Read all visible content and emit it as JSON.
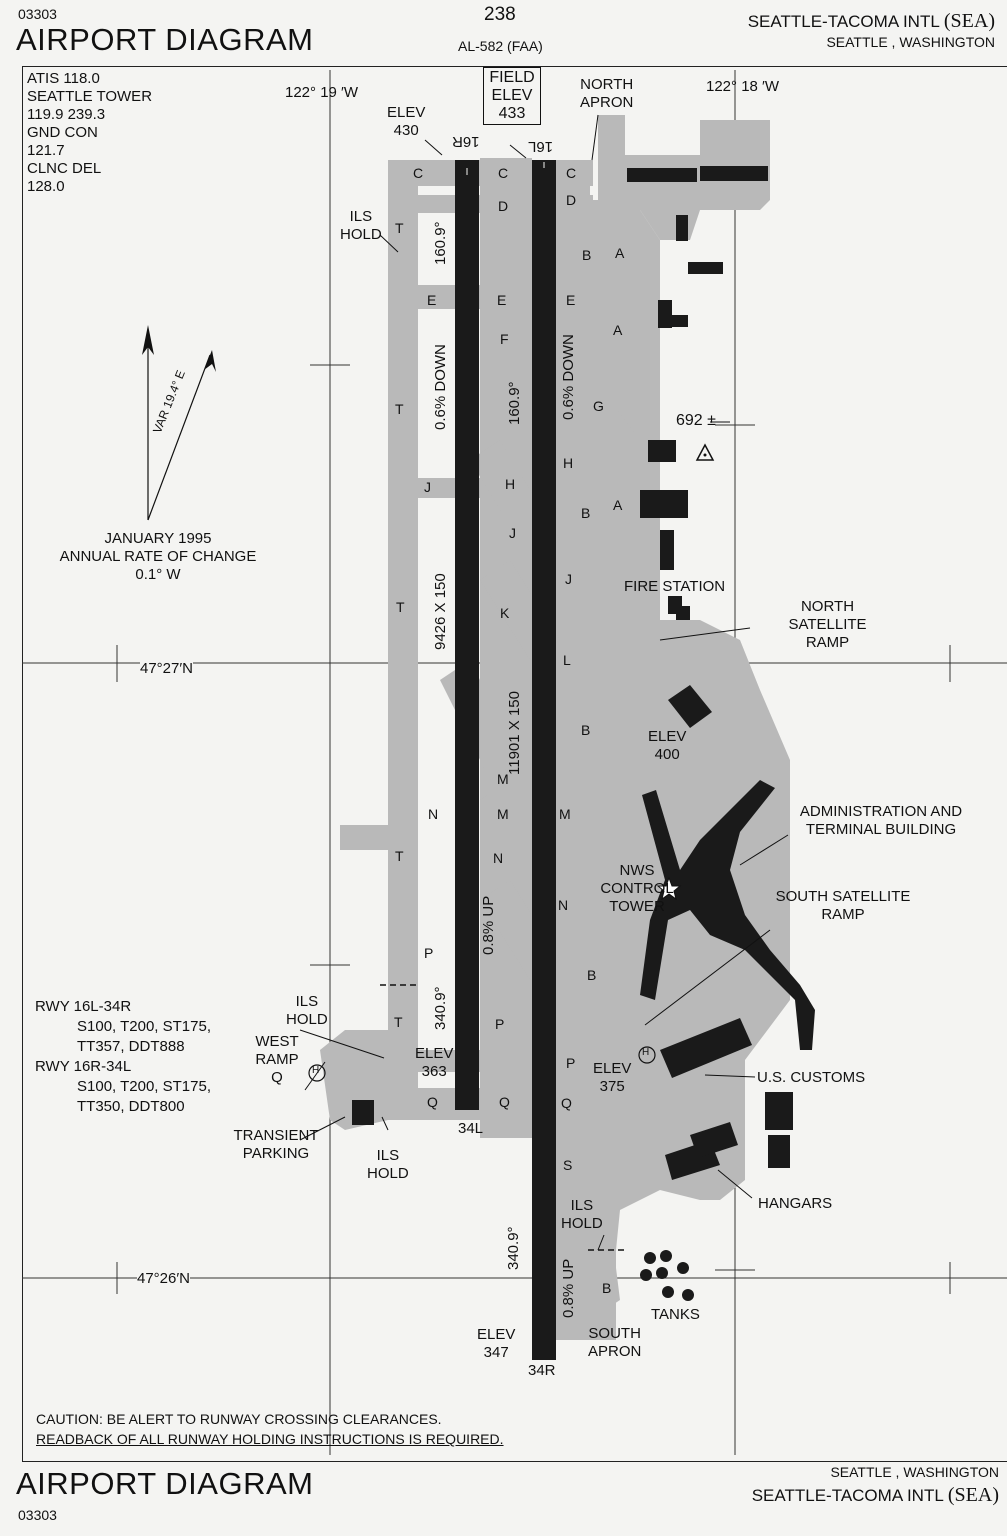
{
  "header": {
    "doc_number_top": "03303",
    "page_number": "238",
    "title_top": "AIRPORT DIAGRAM",
    "faa_id": "AL-582 (FAA)",
    "airport_name_top": "SEATTLE-TACOMA INTL",
    "airport_code_top": "(SEA)",
    "city_state_top": "SEATTLE , WASHINGTON"
  },
  "frequencies": [
    "ATIS 118.0",
    "SEATTLE TOWER",
    "119.9 239.3",
    "GND CON",
    "121.7",
    "CLNC DEL",
    "128.0"
  ],
  "coordinates": {
    "lon_west": "122° 19 ′W",
    "lon_east": "122° 18 ′W",
    "lat_north": "47°27′N",
    "lat_south": "47°26′N"
  },
  "field_elev": {
    "label1": "FIELD",
    "label2": "ELEV",
    "value": "433"
  },
  "magvar": {
    "var": "VAR 19.4° E",
    "date": "JANUARY 1995",
    "rate_label": "ANNUAL RATE OF CHANGE",
    "rate": "0.1° W"
  },
  "runways": {
    "r16R": "16R",
    "r16L": "16L",
    "r34L": "34L",
    "r34R": "34R",
    "hdg_160a": "160.9°",
    "hdg_160b": "160.9°",
    "hdg_340a": "340.9°",
    "hdg_340b": "340.9°",
    "dim_west": "9426 X 150",
    "dim_east": "11901 X 150",
    "grad_down_a": "0.6% DOWN",
    "grad_down_b": "0.6% DOWN",
    "grad_up_a": "0.8% UP",
    "grad_up_b": "0.8% UP"
  },
  "elevations": {
    "e430_a": "ELEV",
    "e430_b": "430",
    "e400_a": "ELEV",
    "e400_b": "400",
    "e363_a": "ELEV",
    "e363_b": "363",
    "e375_a": "ELEV",
    "e375_b": "375",
    "e347_a": "ELEV",
    "e347_b": "347",
    "obstacle": "692 ±"
  },
  "labels": {
    "north_apron_a": "NORTH",
    "north_apron_b": "APRON",
    "ils_hold": "ILS",
    "hold": "HOLD",
    "fire_station": "FIRE STATION",
    "nsat_a": "NORTH SATELLITE",
    "nsat_b": "RAMP",
    "admin_a": "ADMINISTRATION AND",
    "admin_b": "TERMINAL BUILDING",
    "nws_a": "NWS",
    "nws_b": "CONTROL",
    "nws_c": "TOWER",
    "ssat_a": "SOUTH SATELLITE",
    "ssat_b": "RAMP",
    "west_ramp_a": "WEST",
    "west_ramp_b": "RAMP",
    "west_ramp_c": "Q",
    "transient_a": "TRANSIENT",
    "transient_b": "PARKING",
    "customs": "U.S. CUSTOMS",
    "hangars": "HANGARS",
    "tanks": "TANKS",
    "south_apron_a": "SOUTH",
    "south_apron_b": "APRON",
    "heli": "H"
  },
  "rwy_strength": {
    "rwy1": "RWY  16L-34R",
    "rwy1_l1": "S100,  T200,  ST175,",
    "rwy1_l2": "TT357,  DDT888",
    "rwy2": "RWY  16R-34L",
    "rwy2_l1": "S100,  T200,  ST175,",
    "rwy2_l2": "TT350,  DDT800"
  },
  "taxiways": {
    "C": "C",
    "D": "D",
    "T": "T",
    "A": "A",
    "B": "B",
    "E": "E",
    "F": "F",
    "G": "G",
    "H": "H",
    "J": "J",
    "K": "K",
    "L": "L",
    "M": "M",
    "N": "N",
    "P": "P",
    "Q": "Q",
    "S": "S"
  },
  "caution": {
    "line1": "CAUTION:  BE ALERT TO RUNWAY CROSSING CLEARANCES.",
    "line2": "READBACK OF ALL RUNWAY HOLDING INSTRUCTIONS IS REQUIRED."
  },
  "footer": {
    "title_bottom": "AIRPORT DIAGRAM",
    "doc_number_bottom": "03303",
    "city_state_bottom": "SEATTLE , WASHINGTON",
    "airport_name_bottom": "SEATTLE-TACOMA INTL",
    "airport_code_bottom": "(SEA)"
  },
  "colors": {
    "pavement": "#b9b9b9",
    "runway": "#1a1a1a",
    "building": "#1a1a1a",
    "paper": "#f4f4f2"
  }
}
